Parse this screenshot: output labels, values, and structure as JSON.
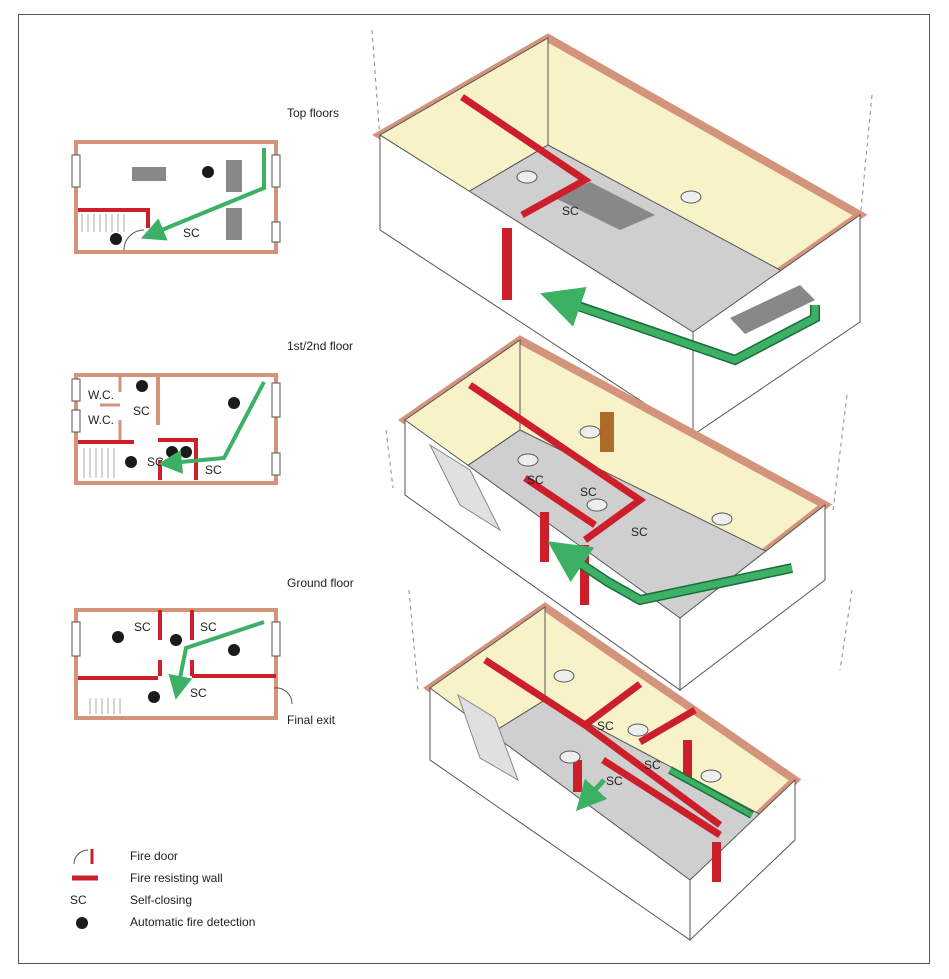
{
  "labels": {
    "top_floors": "Top floors",
    "first_second_floor": "1st/2nd floor",
    "ground_floor": "Ground floor",
    "final_exit": "Final exit",
    "wc": "W.C.",
    "sc": "SC"
  },
  "legend": {
    "fire_door": "Fire door",
    "fire_resisting_wall": "Fire resisting wall",
    "self_closing_symbol": "SC",
    "self_closing": "Self-closing",
    "automatic_fire_detection": "Automatic fire detection"
  },
  "colors": {
    "wall": "#d4937b",
    "fire_wall": "#cc1f2b",
    "route": "#3cb064",
    "floor": "#cfcfcf",
    "room": "#f8f2c8",
    "detector": "#1a1a1a"
  }
}
